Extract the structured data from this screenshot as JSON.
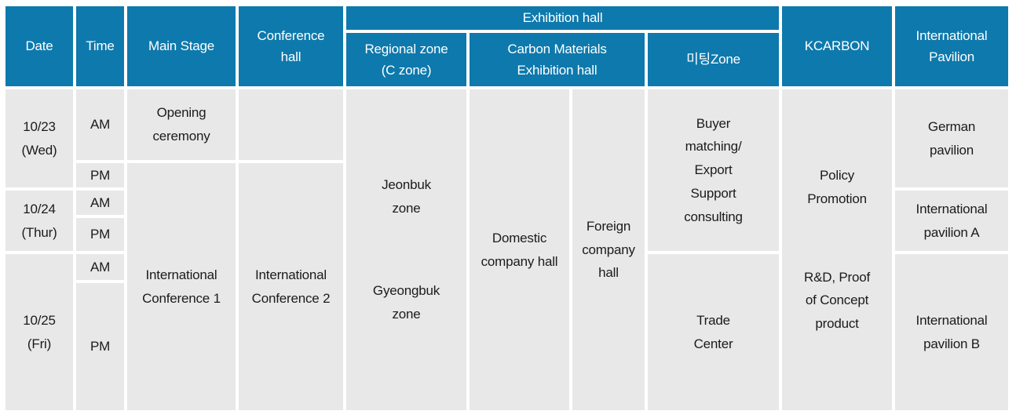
{
  "table": {
    "colors": {
      "header_bg": "#0e79ac",
      "header_text": "#ffffff",
      "cell_bg": "#e8e8e8",
      "cell_text": "#1b1b1b",
      "border": "#ffffff"
    },
    "header": {
      "date": "Date",
      "time": "Time",
      "main_stage": "Main Stage",
      "conference_hall": "Conference\nhall",
      "exhibition_hall": "Exhibition hall",
      "regional_zone": "Regional zone\n(C zone)",
      "carbon_materials": "Carbon Materials\nExhibition hall",
      "meeting_zone": "미팅Zone",
      "kcarbon": "KCARBON",
      "international_pavilion": "International\nPavilion"
    },
    "body": {
      "dates": [
        "10/23\n(Wed)",
        "10/24\n(Thur)",
        "10/25\n(Fri)"
      ],
      "times": [
        "AM",
        "PM",
        "AM",
        "PM",
        "AM",
        "PM"
      ],
      "main_stage": {
        "opening": "Opening\nceremony",
        "conference1": "International\nConference 1"
      },
      "conference_hall": {
        "empty": "",
        "conference2": "International\nConference 2"
      },
      "regional_zone": {
        "jeonbuk": "Jeonbuk\nzone",
        "gyeongbuk": "Gyeongbuk\nzone"
      },
      "carbon_materials": {
        "domestic": "Domestic\ncompany hall",
        "foreign": "Foreign\ncompany\nhall"
      },
      "meeting_zone": {
        "buyer_matching": "Buyer\nmatching/\nExport\nSupport\nconsulting",
        "trade_center": "Trade\nCenter"
      },
      "kcarbon": {
        "policy": "Policy\nPromotion",
        "rnd": "R&D, Proof\nof Concept\nproduct"
      },
      "international_pavilion": {
        "german": "German\npavilion",
        "pavilion_a": "International\npavilion A",
        "pavilion_b": "International\npavilion B"
      }
    }
  }
}
